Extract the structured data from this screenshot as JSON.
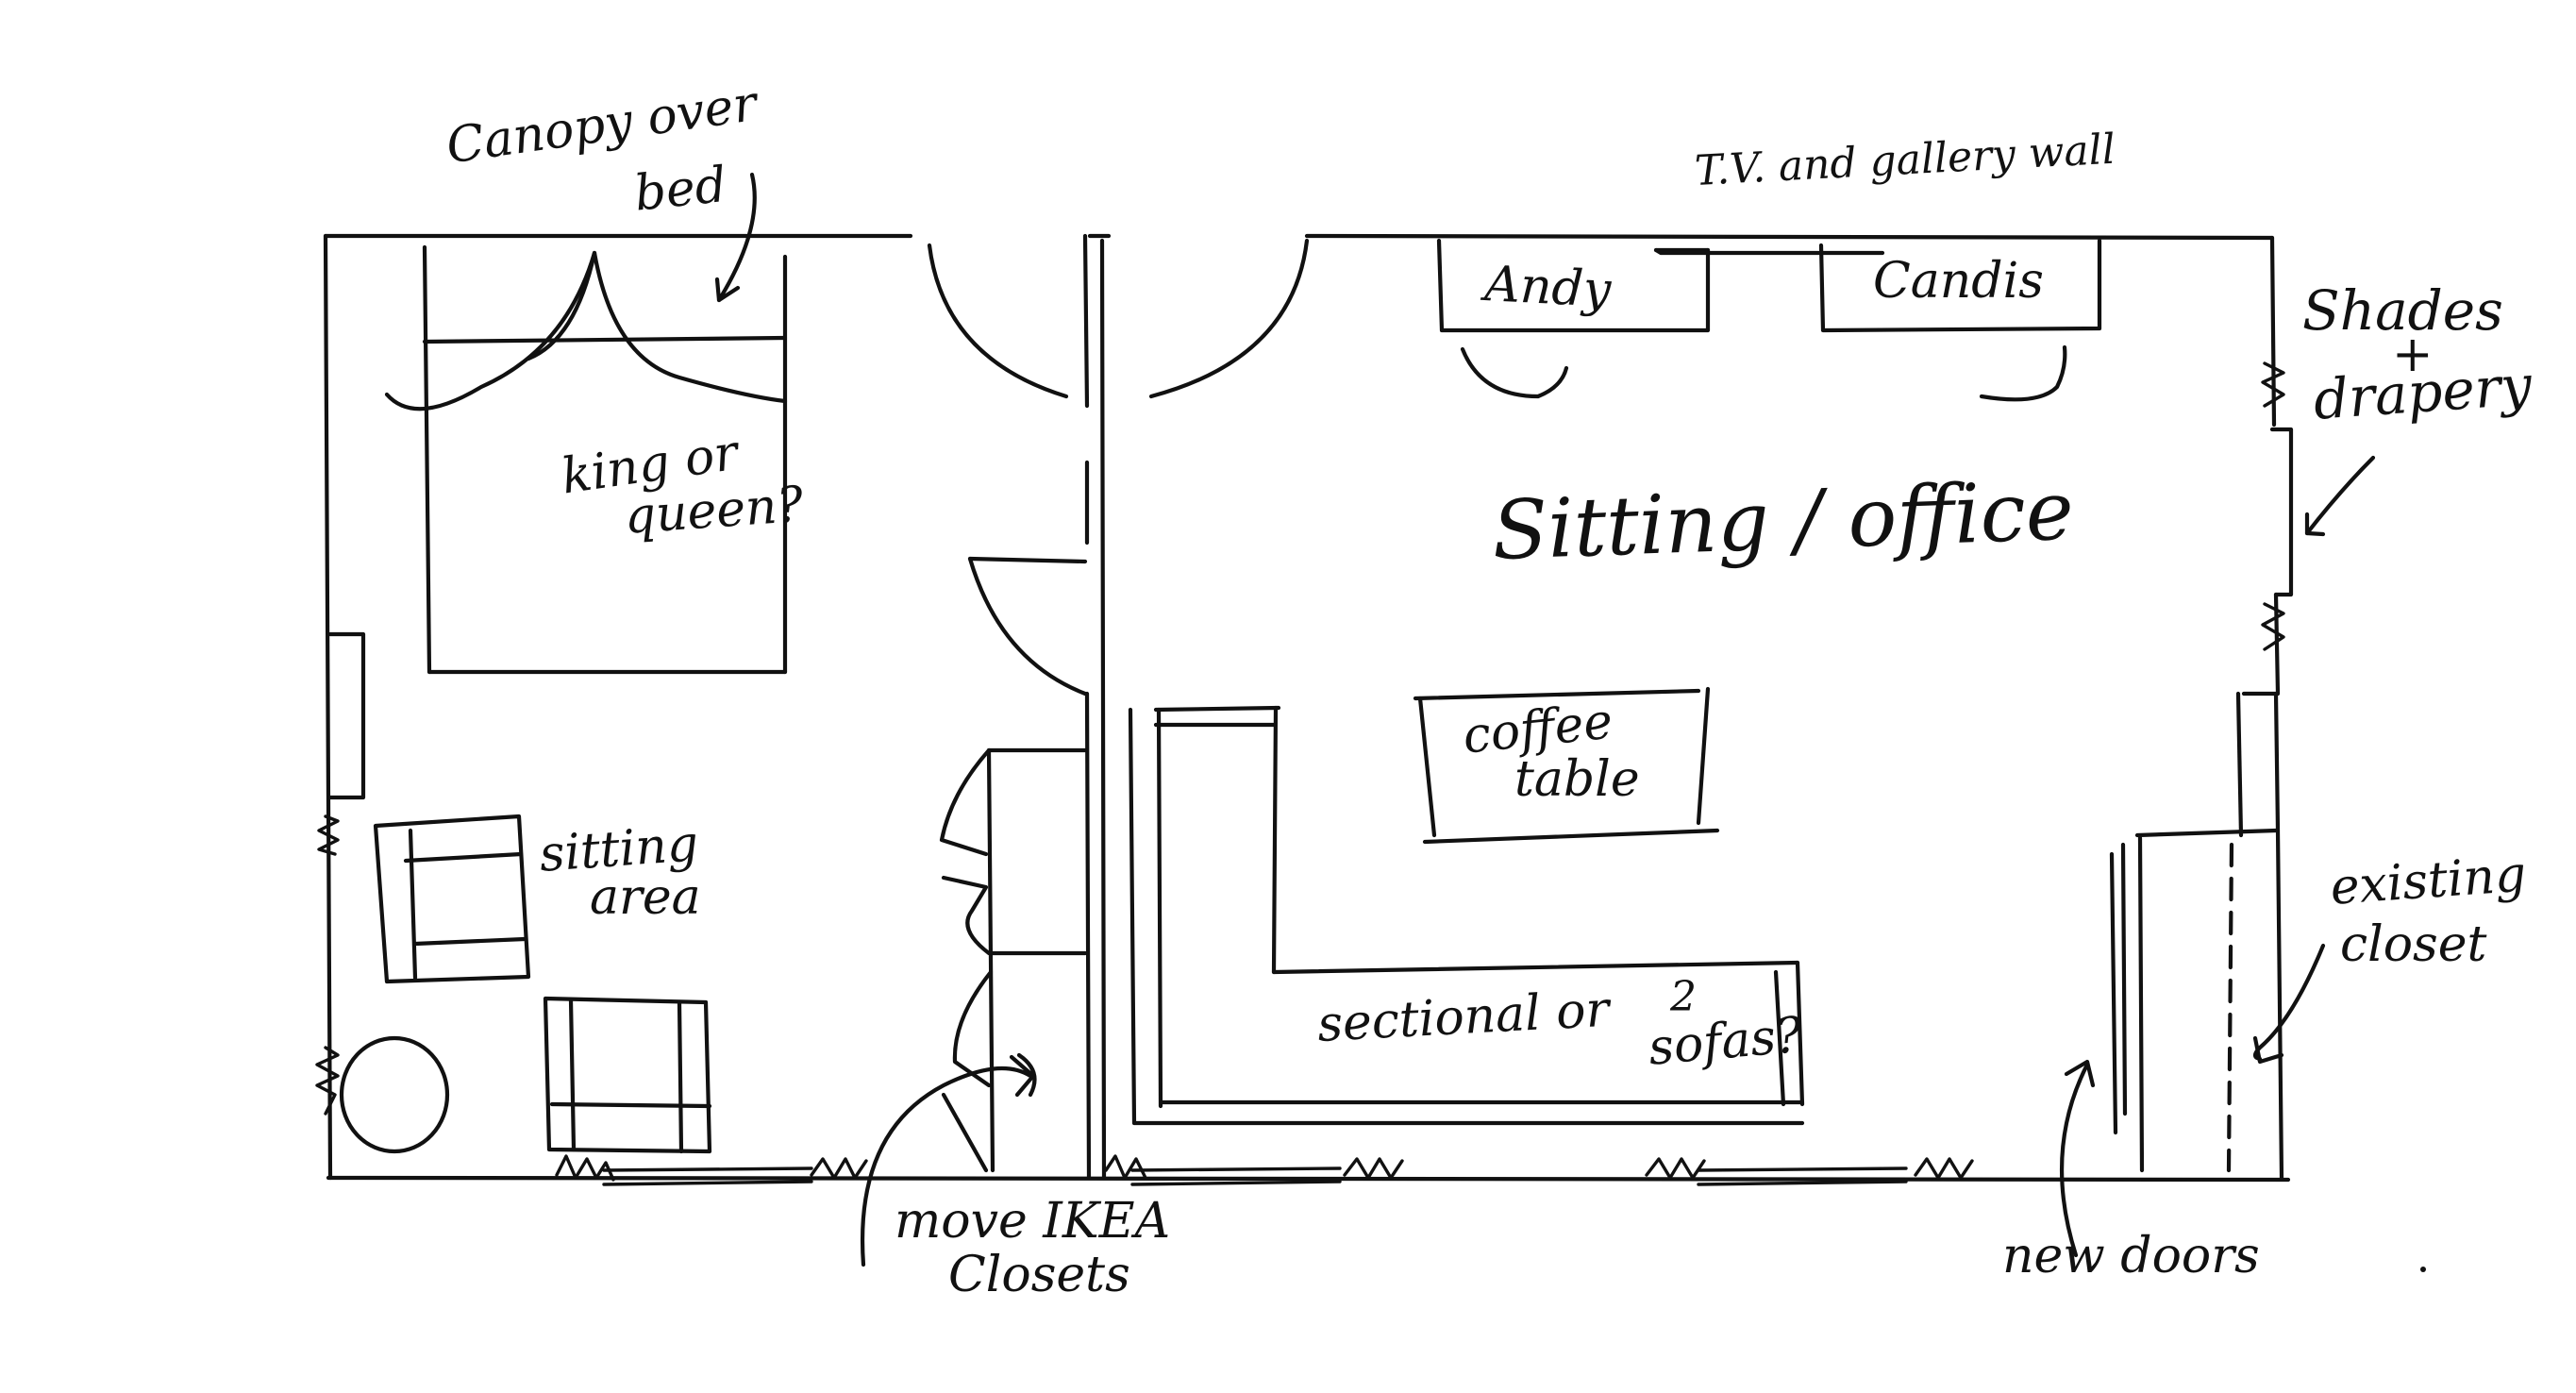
{
  "labels": {
    "canopy_line1": "Canopy over",
    "canopy_line2": "bed",
    "tv_wall": "T.V. and gallery wall",
    "andy": "Andy",
    "candis": "Candis",
    "shades_line1": "Shades",
    "shades_line2": "+",
    "shades_line3": "drapery",
    "bed_line1": "king or",
    "bed_line2": "queen?",
    "room": "Sitting / office",
    "coffee_line1": "coffee",
    "coffee_line2": "table",
    "sitting_line1": "sitting",
    "sitting_line2": "area",
    "sofa_line1": "sectional or",
    "sofa_sup": "2",
    "sofa_line2": "sofas?",
    "existing_line1": "existing",
    "existing_line2": "closet",
    "ikea_line1": "move IKEA",
    "ikea_line2": "Closets",
    "new_doors": "new doors"
  }
}
